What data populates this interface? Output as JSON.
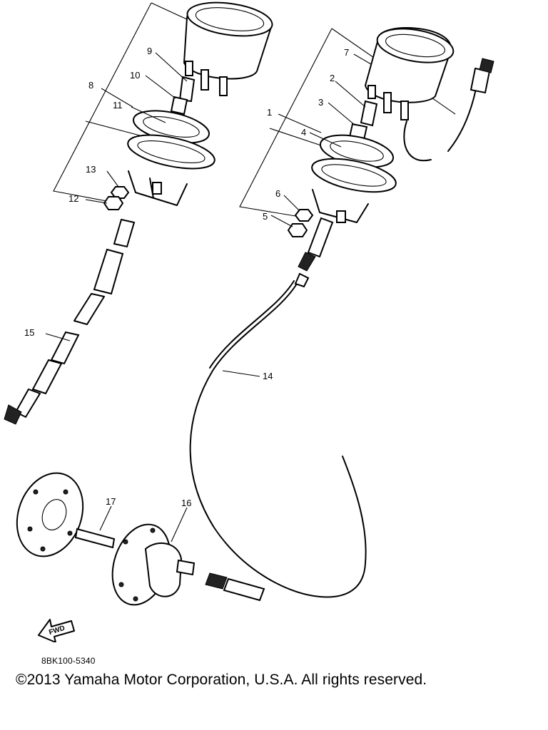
{
  "callouts": {
    "c1": "1",
    "c2": "2",
    "c3": "3",
    "c4": "4",
    "c5": "5",
    "c6": "6",
    "c7": "7",
    "c8": "8",
    "c9": "9",
    "c10": "10",
    "c11": "11",
    "c12": "12",
    "c13": "13",
    "c14": "14",
    "c15": "15",
    "c16": "16",
    "c17": "17"
  },
  "fwd_label": "FWD",
  "diagram_code": "8BK100-5340",
  "copyright": "©2013 Yamaha Motor Corporation, U.S.A. All rights reserved."
}
